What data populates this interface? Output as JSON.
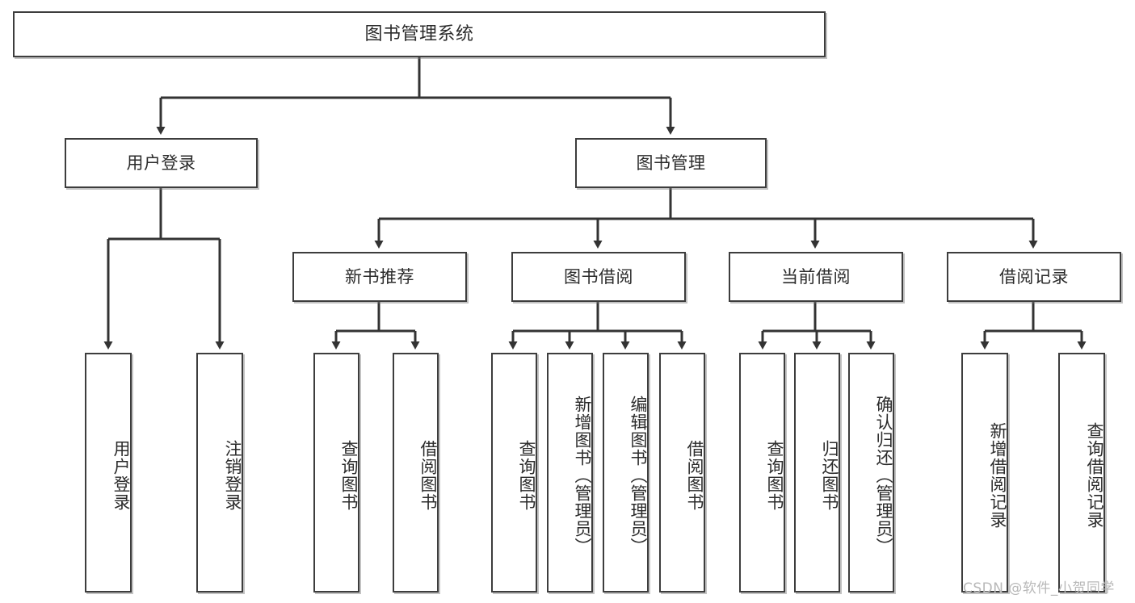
{
  "diagram": {
    "title": "图书管理系统",
    "type": "tree",
    "background_color": "#ffffff",
    "border_color": "#3d3d3d",
    "text_color": "#2b2b2b"
  },
  "nodes": {
    "root": {
      "label": "图书管理系统"
    },
    "level1": [
      {
        "id": "user-login",
        "label": "用户登录"
      },
      {
        "id": "book-manage",
        "label": "图书管理"
      }
    ],
    "level2": [
      {
        "id": "new-book-recommend",
        "label": "新书推荐"
      },
      {
        "id": "book-borrow",
        "label": "图书借阅"
      },
      {
        "id": "current-borrow",
        "label": "当前借阅"
      },
      {
        "id": "borrow-record",
        "label": "借阅记录"
      }
    ],
    "leaves": {
      "user_login": [
        {
          "id": "leaf-user-login",
          "label": "用户登录"
        },
        {
          "id": "leaf-logout-login",
          "label": "注销登录"
        }
      ],
      "new_book_recommend": [
        {
          "id": "leaf-query-book-1",
          "label": "查询图书"
        },
        {
          "id": "leaf-borrow-book-1",
          "label": "借阅图书"
        }
      ],
      "book_borrow": [
        {
          "id": "leaf-query-book-2",
          "label": "查询图书"
        },
        {
          "id": "leaf-add-book",
          "label": "新增图书（管理员）"
        },
        {
          "id": "leaf-edit-book",
          "label": "编辑图书（管理员）"
        },
        {
          "id": "leaf-borrow-book-2",
          "label": "借阅图书"
        }
      ],
      "current_borrow": [
        {
          "id": "leaf-query-book-3",
          "label": "查询图书"
        },
        {
          "id": "leaf-return-book",
          "label": "归还图书"
        },
        {
          "id": "leaf-confirm-return",
          "label": "确认归还（管理员）"
        }
      ],
      "borrow_record": [
        {
          "id": "leaf-add-record",
          "label": "新增借阅记录"
        },
        {
          "id": "leaf-query-record",
          "label": "查询借阅记录"
        }
      ]
    }
  },
  "watermark": {
    "text": "CSDN @软件_小贺同学"
  }
}
